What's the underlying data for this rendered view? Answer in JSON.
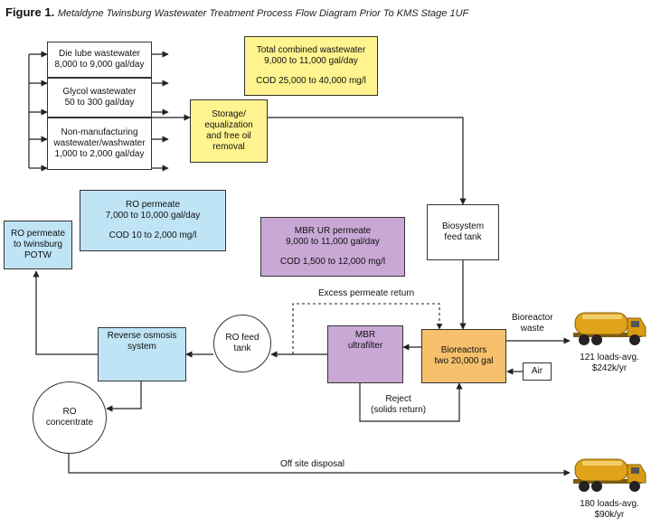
{
  "title": {
    "figure_label": "Figure 1.",
    "text": "Metaldyne Twinsburg Wastewater Treatment Process Flow Diagram Prior To KMS Stage 1UF"
  },
  "colors": {
    "yellow": "#fff48f",
    "blue": "#bfe4f6",
    "purple": "#c9a8d6",
    "orange": "#f7c06c",
    "truck": "#e0a41c"
  },
  "sources": {
    "die_lube": {
      "line1": "Die lube wastewater",
      "line2": "8,000 to 9,000 gal/day"
    },
    "glycol": {
      "line1": "Glycol wastewater",
      "line2": "50 to 300 gal/day"
    },
    "nonmfg": {
      "line1": "Non-manufacturing",
      "line2": "wastewater/washwater",
      "line3": "1,000 to 2,000 gal/day"
    }
  },
  "total": {
    "line1": "Total combined wastewater",
    "line2": "9,000 to 11,000 gal/day",
    "line3": "COD 25,000 to 40,000 mg/l"
  },
  "storage": {
    "line1": "Storage/",
    "line2": "equalization",
    "line3": "and free oil",
    "line4": "removal"
  },
  "biosystem": {
    "line1": "Biosystem",
    "line2": "feed tank"
  },
  "ro_permeate_info": {
    "line1": "RO permeate",
    "line2": "7,000 to 10,000 gal/day",
    "line3": "COD 10 to 2,000 mg/l"
  },
  "ro_potw": {
    "line1": "RO permeate",
    "line2": "to twinsburg",
    "line3": "POTW"
  },
  "mbr_permeate_info": {
    "line1": "MBR UR permeate",
    "line2": "9,000 to 11,000 gal/day",
    "line3": "COD 1,500 to 12,000 mg/l"
  },
  "excess_return": "Excess permeate return",
  "reverse_osmosis": {
    "line1": "Reverse osmosis",
    "line2": "system"
  },
  "ro_feed": {
    "line1": "RO feed",
    "line2": "tank"
  },
  "mbr": {
    "line1": "MBR",
    "line2": "ultrafilter"
  },
  "bioreactors": {
    "line1": "Bioreactors",
    "line2": "two 20,000 gal"
  },
  "air": "Air",
  "bioreactor_waste": {
    "line1": "Bioreactor",
    "line2": "waste"
  },
  "reject": {
    "line1": "Reject",
    "line2": "(solids return)"
  },
  "ro_concentrate": {
    "line1": "RO",
    "line2": "concentrate"
  },
  "offsite": "Off site disposal",
  "truck1": {
    "line1": "121 loads-avg.",
    "line2": "$242k/yr"
  },
  "truck2": {
    "line1": "180 loads-avg.",
    "line2": "$90k/yr"
  }
}
